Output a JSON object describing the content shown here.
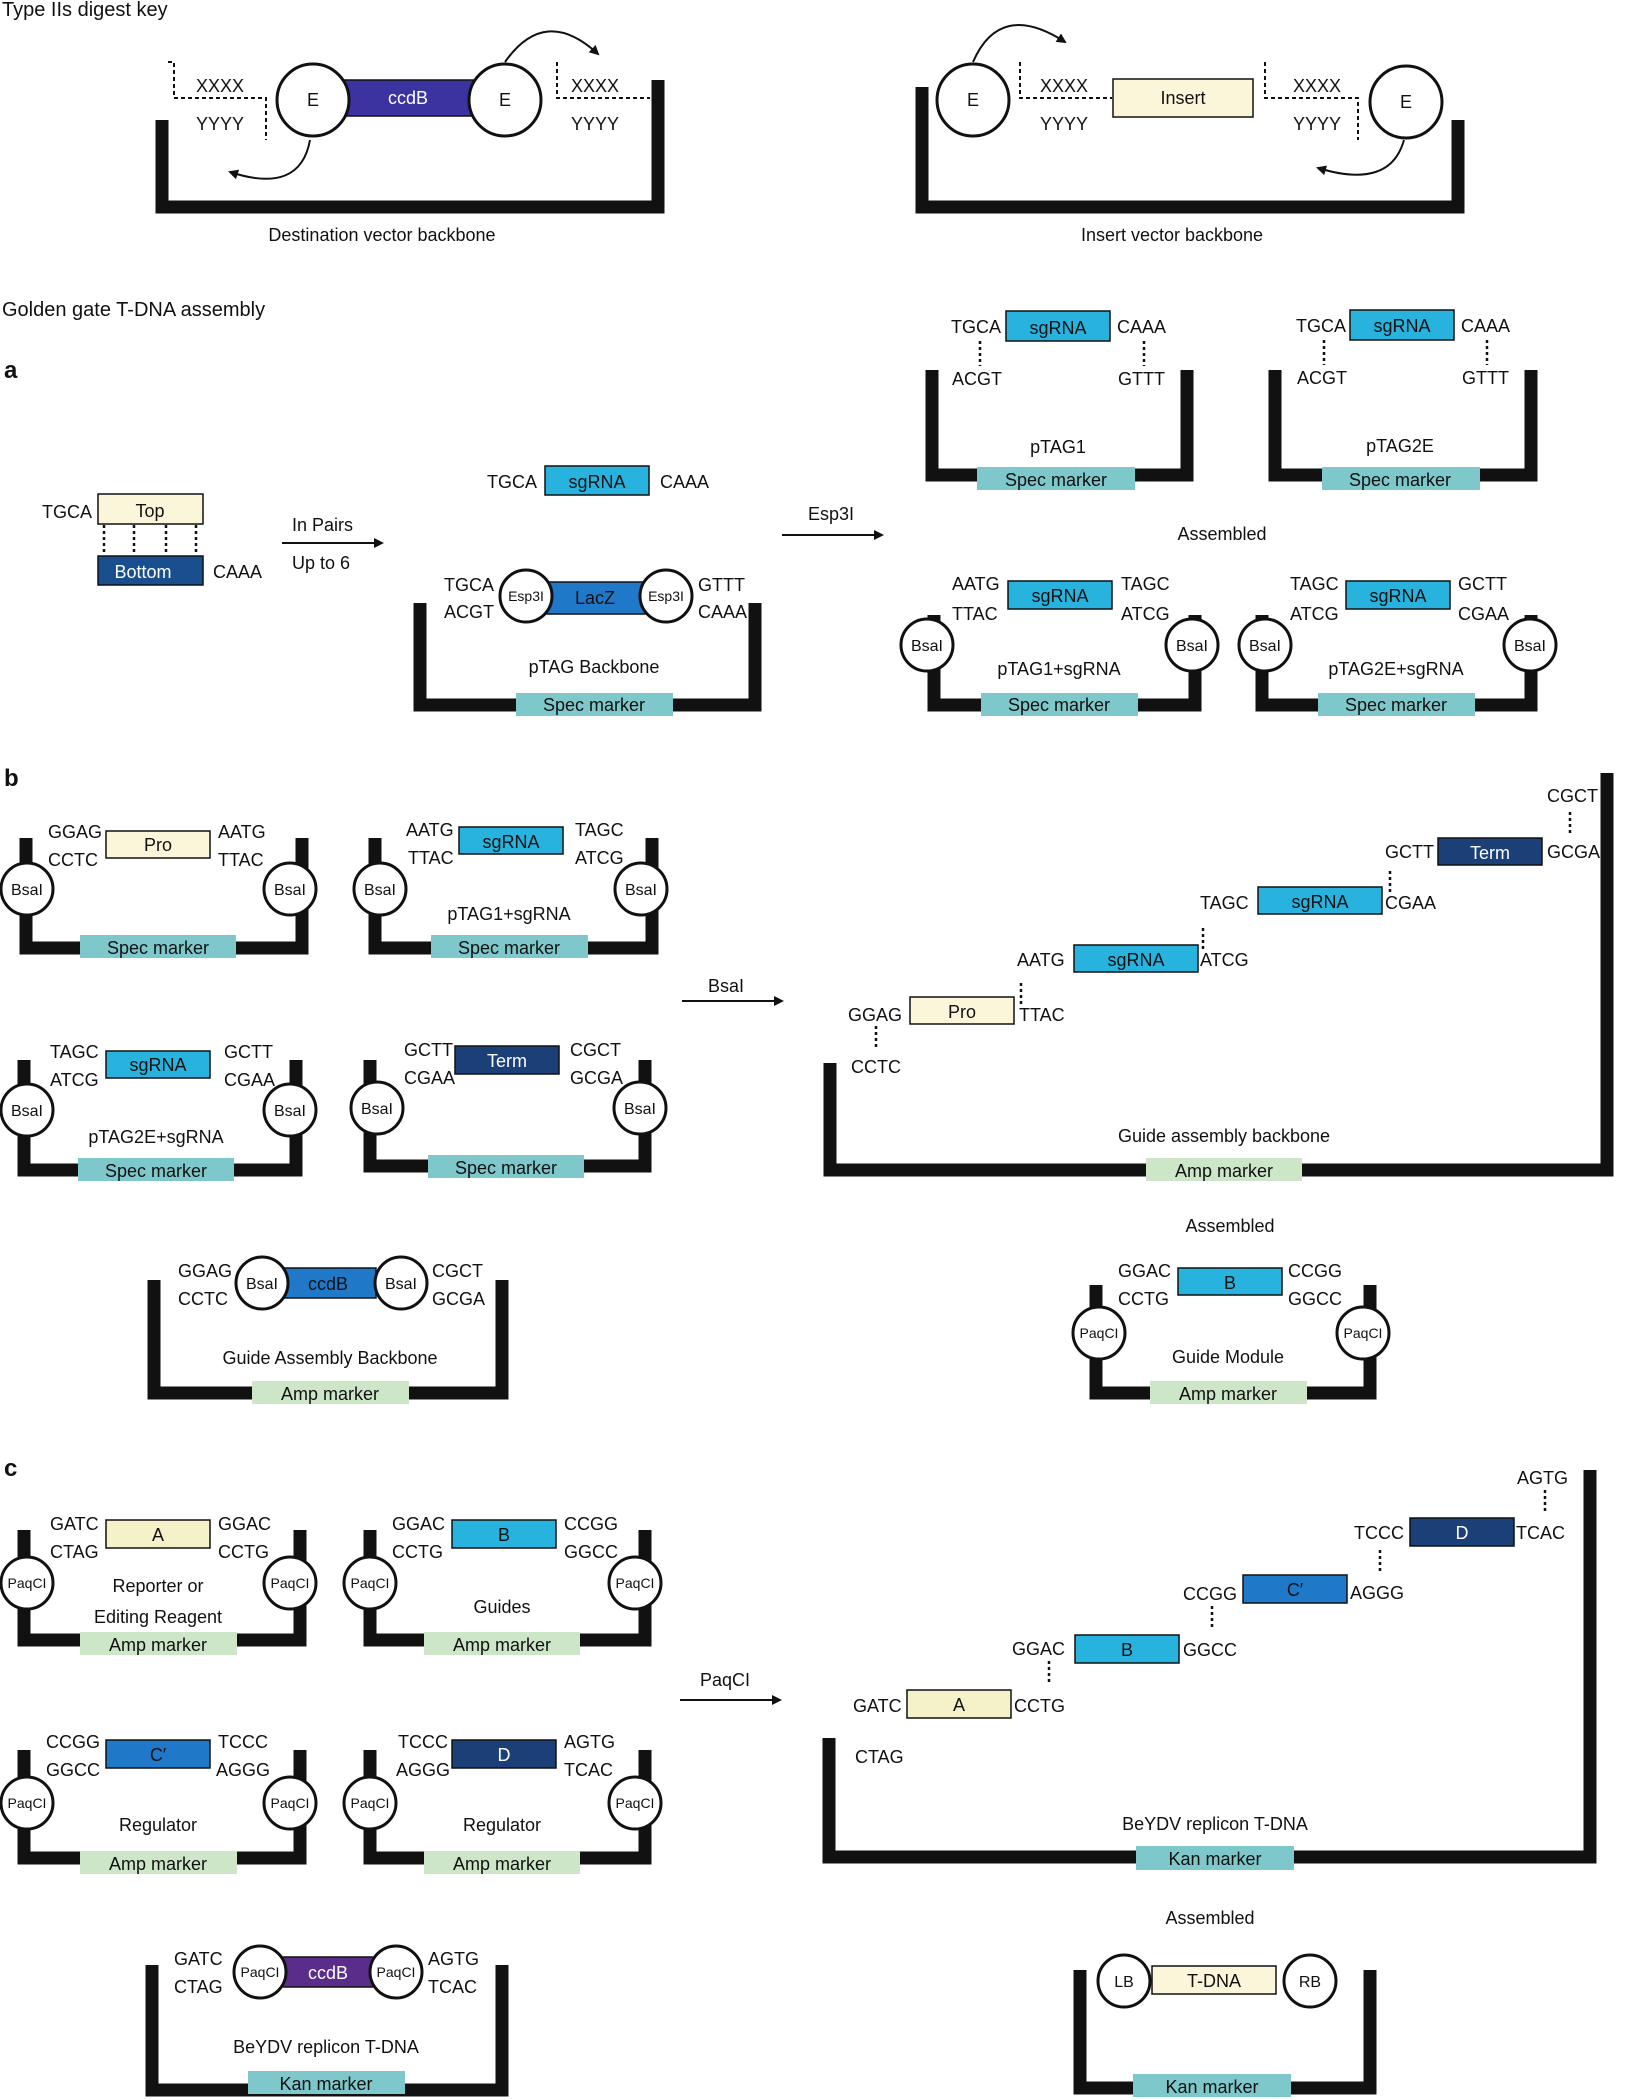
{
  "colors": {
    "ccdb_purple": "#3a33a0",
    "ccdb_violet": "#5b2d8a",
    "sgrna": "#27b3de",
    "lacz": "#1f78c8",
    "bottom_navy": "#1a4f8f",
    "term_navy": "#1b3f77",
    "c_blue": "#1f78c8",
    "spec": "#7ec8cc",
    "amp": "#cde6c8",
    "kan": "#7ec8cc",
    "cream": "#fbf6d9",
    "a_cream": "#f5f1c8"
  },
  "top": {
    "title": "Type IIs digest key",
    "destination": {
      "caption": "Destination vector backbone",
      "E": "E",
      "ccdB": "ccdB",
      "X": "XXXX",
      "Y": "YYYY"
    },
    "insert": {
      "caption": "Insert vector backbone",
      "E": "E",
      "insert": "Insert",
      "X": "XXXX",
      "Y": "YYYY"
    }
  },
  "golden": {
    "title": "Golden gate T-DNA assembly"
  },
  "panelA": {
    "label": "a",
    "oligo": {
      "tgca": "TGCA",
      "top": "Top",
      "bottom": "Bottom",
      "caaa": "CAAA"
    },
    "arrow1": {
      "line1": "In Pairs",
      "line2": "Up to 6"
    },
    "sgrna_frag": {
      "left": "TGCA",
      "name": "sgRNA",
      "right": "CAAA"
    },
    "backbone": {
      "tl1": "TGCA",
      "tl2": "ACGT",
      "tr1": "GTTT",
      "tr2": "CAAA",
      "esp": "Esp3I",
      "lacz": "LacZ",
      "name": "pTAG Backbone",
      "marker": "Spec marker"
    },
    "arrow2": "Esp3I",
    "assembled": "Assembled",
    "ptag1": {
      "tl": "TGCA",
      "bl": "ACGT",
      "tr": "CAAA",
      "br": "GTTT",
      "sg": "sgRNA",
      "name": "pTAG1",
      "marker": "Spec marker"
    },
    "ptag2e": {
      "tl": "TGCA",
      "bl": "ACGT",
      "tr": "CAAA",
      "br": "GTTT",
      "sg": "sgRNA",
      "name": "pTAG2E",
      "marker": "Spec marker"
    },
    "ptag1sg": {
      "tl": "AATG",
      "bl": "TTAC",
      "tr": "TAGC",
      "br": "ATCG",
      "sg": "sgRNA",
      "enz": "BsaI",
      "name": "pTAG1+sgRNA",
      "marker": "Spec marker"
    },
    "ptag2esg": {
      "tl": "TAGC",
      "bl": "ATCG",
      "tr": "GCTT",
      "br": "CGAA",
      "sg": "sgRNA",
      "enz": "BsaI",
      "name": "pTAG2E+sgRNA",
      "marker": "Spec marker"
    }
  },
  "panelB": {
    "label": "b",
    "pro": {
      "tl": "GGAG",
      "bl": "CCTC",
      "tr": "AATG",
      "br": "TTAC",
      "part": "Pro",
      "enz": "BsaI",
      "marker": "Spec marker"
    },
    "ptag1sg": {
      "tl": "AATG",
      "bl": "TTAC",
      "tr": "TAGC",
      "br": "ATCG",
      "part": "sgRNA",
      "enz": "BsaI",
      "name": "pTAG1+sgRNA",
      "marker": "Spec marker"
    },
    "ptag2esg": {
      "tl": "TAGC",
      "bl": "ATCG",
      "tr": "GCTT",
      "br": "CGAA",
      "part": "sgRNA",
      "enz": "BsaI",
      "name": "pTAG2E+sgRNA",
      "marker": "Spec marker"
    },
    "term": {
      "tl": "GCTT",
      "bl": "CGAA",
      "tr": "CGCT",
      "br": "GCGA",
      "part": "Term",
      "enz": "BsaI",
      "marker": "Spec marker"
    },
    "guide_bb": {
      "tl": "GGAG",
      "bl": "CCTC",
      "tr": "CGCT",
      "br": "GCGA",
      "part": "ccdB",
      "enz": "BsaI",
      "name": "Guide Assembly Backbone",
      "marker": "Amp marker"
    },
    "arrow": "BsaI",
    "stair": {
      "s1": "GGAG",
      "s1b": "CCTC",
      "p1": "Pro",
      "s2": "TTAC",
      "s3": "AATG",
      "p2": "sgRNA",
      "s4": "ATCG",
      "s5": "TAGC",
      "p3": "sgRNA",
      "s6": "CGAA",
      "s7": "GCTT",
      "p4": "Term",
      "s8": "GCGA",
      "s9": "CGCT",
      "name": "Guide assembly backbone",
      "marker": "Amp marker"
    },
    "assembled": "Assembled",
    "module": {
      "tl": "GGAC",
      "bl": "CCTG",
      "tr": "CCGG",
      "br": "GGCC",
      "part": "B",
      "enz": "PaqCI",
      "name": "Guide Module",
      "marker": "Amp marker"
    }
  },
  "panelC": {
    "label": "c",
    "a": {
      "tl": "GATC",
      "bl": "CTAG",
      "tr": "GGAC",
      "br": "CCTG",
      "part": "A",
      "enz": "PaqCI",
      "name1": "Reporter or",
      "name2": "Editing Reagent",
      "marker": "Amp marker"
    },
    "b": {
      "tl": "GGAC",
      "bl": "CCTG",
      "tr": "CCGG",
      "br": "GGCC",
      "part": "B",
      "enz": "PaqCI",
      "name": "Guides",
      "marker": "Amp marker"
    },
    "c": {
      "tl": "CCGG",
      "bl": "GGCC",
      "tr": "TCCC",
      "br": "AGGG",
      "part": "C′",
      "enz": "PaqCI",
      "name": "Regulator",
      "marker": "Amp marker"
    },
    "d": {
      "tl": "TCCC",
      "bl": "AGGG",
      "tr": "AGTG",
      "br": "TCAC",
      "part": "D",
      "enz": "PaqCI",
      "name": "Regulator",
      "marker": "Amp marker"
    },
    "tdna_bb": {
      "tl": "GATC",
      "bl": "CTAG",
      "tr": "AGTG",
      "br": "TCAC",
      "part": "ccdB",
      "enz": "PaqCI",
      "name": "BeYDV replicon T-DNA",
      "marker": "Kan marker"
    },
    "arrow": "PaqCI",
    "stair": {
      "s1": "GATC",
      "s1b": "CTAG",
      "p1": "A",
      "s2": "CCTG",
      "s3": "GGAC",
      "p2": "B",
      "s4": "GGCC",
      "s5": "CCGG",
      "p3": "C′",
      "s6": "AGGG",
      "s7": "TCCC",
      "p4": "D",
      "s8": "TCAC",
      "s9": "AGTG",
      "name": "BeYDV replicon T-DNA",
      "marker": "Kan marker"
    },
    "assembled": "Assembled",
    "final": {
      "lb": "LB",
      "tdna": "T-DNA",
      "rb": "RB",
      "marker": "Kan marker"
    }
  }
}
